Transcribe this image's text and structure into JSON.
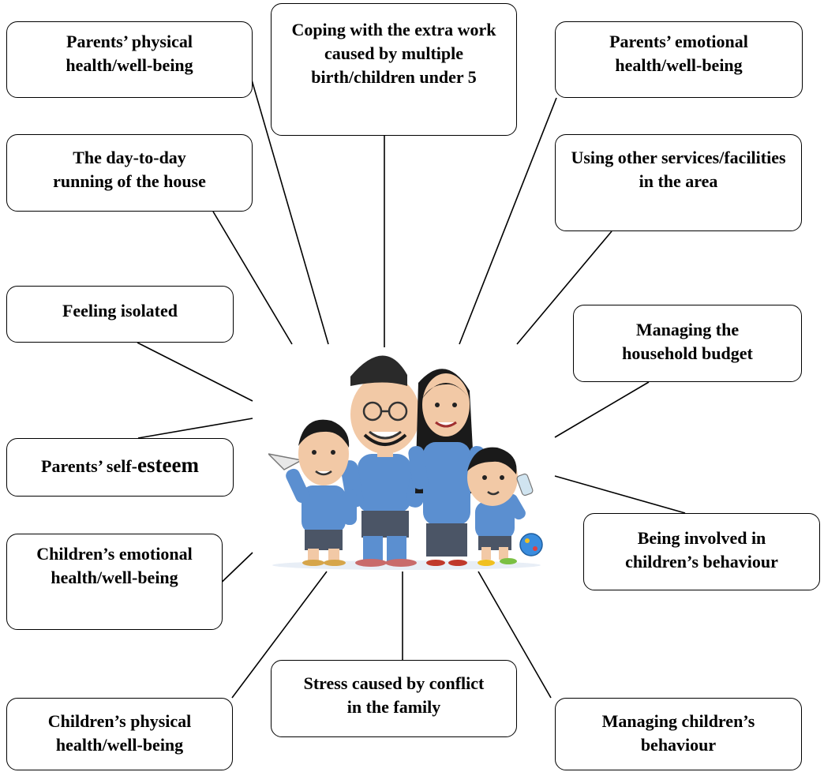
{
  "boxes": {
    "parents_physical": "Parents’ physical health/well-being",
    "coping_extra_work": "Coping with the extra work caused by multiple birth/children under 5",
    "parents_emotional": "Parents’ emotional health/well-being",
    "day_to_day": "The day-to-day running of the house",
    "other_services": "Using other services/facilities in the area",
    "feeling_isolated": "Feeling isolated",
    "household_budget": "Managing the household budget",
    "self_esteem_prefix": "Parents’ self-",
    "self_esteem_suffix": "esteem",
    "children_emotional": "Children’s emotional health/well-being",
    "involved_behaviour": "Being involved in children’s behaviour",
    "stress_conflict": "Stress caused by conflict in the family",
    "children_physical": "Children’s physical health/well-being",
    "managing_behaviour": "Managing children’s behaviour"
  },
  "colors": {
    "shirt": "#5b8fd0",
    "shirt_dark": "#3f6fb0",
    "sarong": "#4b5566",
    "skin": "#f2c9a6",
    "hair": "#1a1a1a",
    "ground": "#e8eef6"
  },
  "illustration": "family-caricature"
}
